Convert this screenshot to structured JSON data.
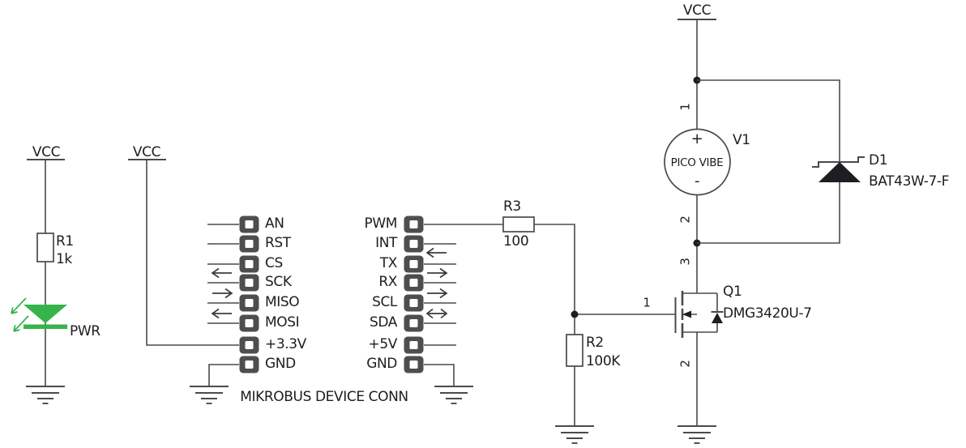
{
  "colors": {
    "background": "#ffffff",
    "line": "#4a4a4b",
    "text": "#1d1d22",
    "connector_body": "#4e4e4e",
    "led_green": "#35b44a"
  },
  "nets": {
    "vcc": "VCC"
  },
  "power_led": {
    "resistor_ref": "R1",
    "resistor_value": "1k",
    "led_label": "PWR"
  },
  "connector": {
    "caption": "MIKROBUS DEVICE CONN",
    "left_pins": [
      "AN",
      "RST",
      "CS",
      "SCK",
      "MISO",
      "MOSI",
      "+3.3V",
      "GND"
    ],
    "right_pins": [
      "PWM",
      "INT",
      "TX",
      "RX",
      "SCL",
      "SDA",
      "+5V",
      "GND"
    ]
  },
  "resistors": {
    "r3": {
      "ref": "R3",
      "value": "100"
    },
    "r2": {
      "ref": "R2",
      "value": "100K"
    }
  },
  "transistor": {
    "ref": "Q1",
    "value": "DMG3420U-7",
    "gate_pin": "1",
    "source_pin": "2",
    "drain_pin": "3"
  },
  "motor": {
    "ref": "V1",
    "name": "PICO VIBE",
    "plus": "+",
    "minus": "-",
    "pin_top": "1",
    "pin_bottom": "2"
  },
  "diode": {
    "ref": "D1",
    "value": "BAT43W-7-F"
  }
}
